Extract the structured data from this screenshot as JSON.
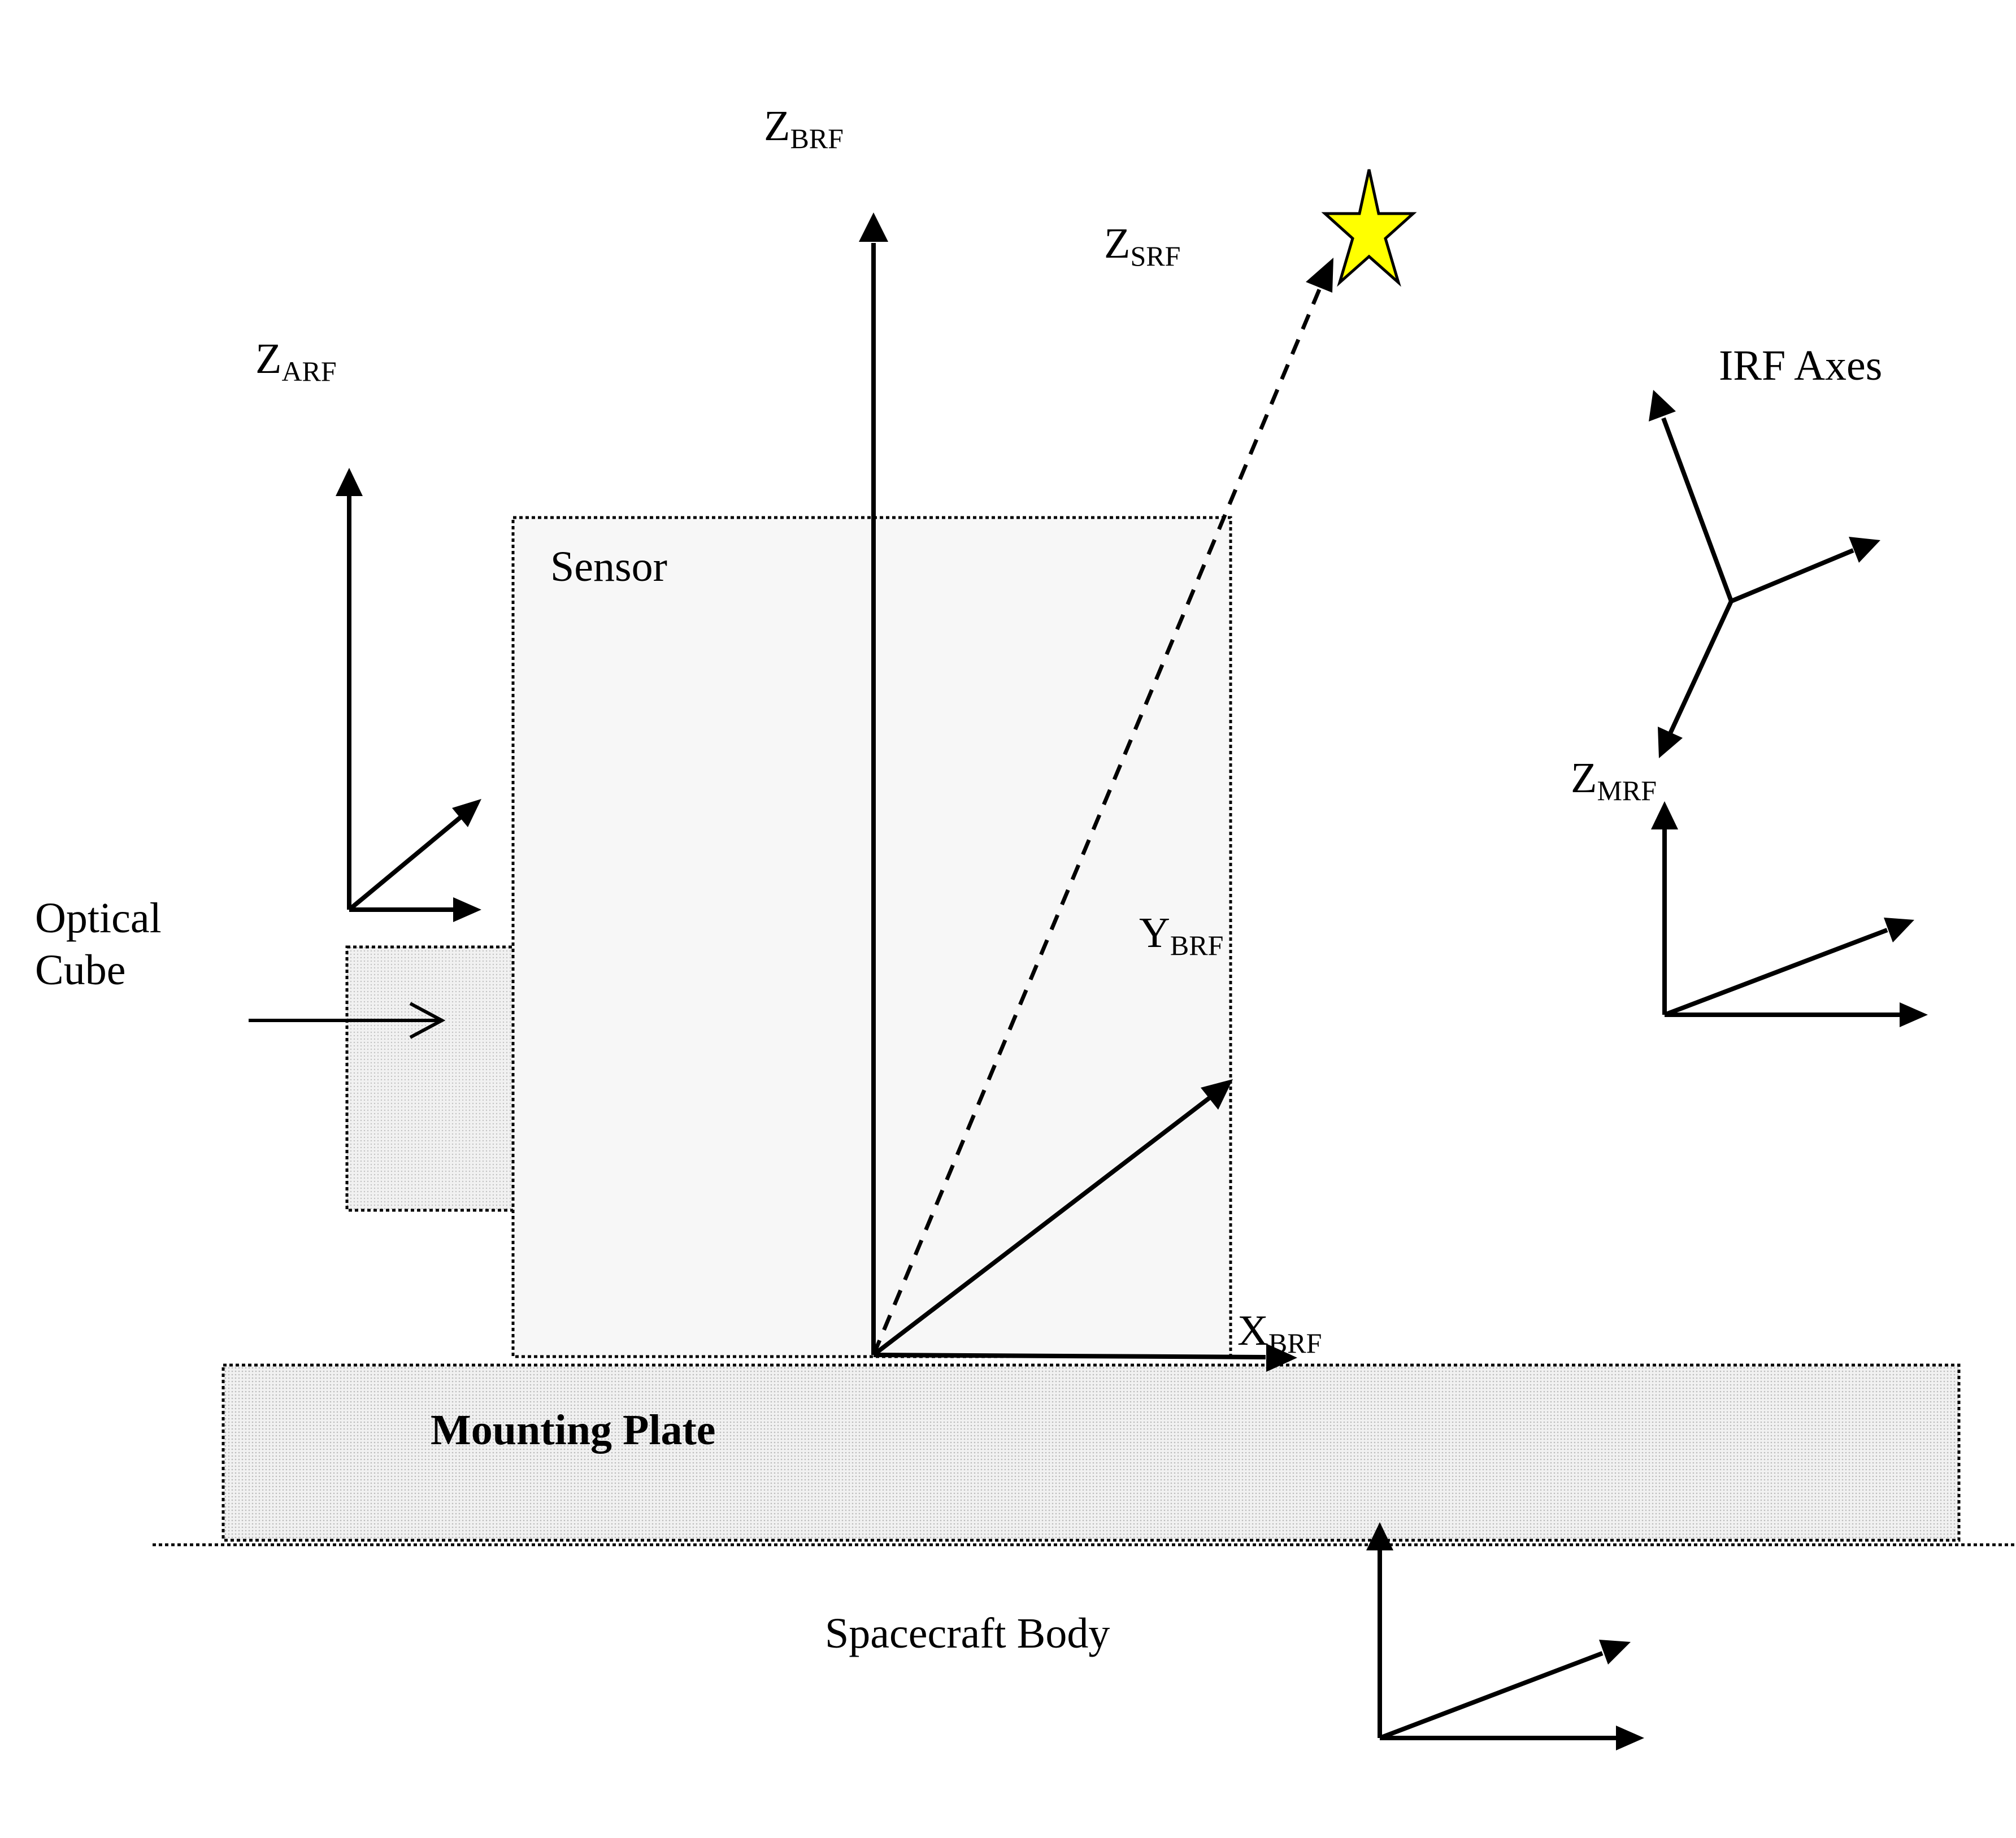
{
  "labels": {
    "z_brf_main": "Z",
    "z_brf_sub": "BRF",
    "z_srf_main": "Z",
    "z_srf_sub": "SRF",
    "z_arf_main": "Z",
    "z_arf_sub": "ARF",
    "z_mrf_main": "Z",
    "z_mrf_sub": "MRF",
    "y_brf_main": "Y",
    "y_brf_sub": "BRF",
    "x_brf_main": "X",
    "x_brf_sub": "BRF",
    "irf_axes": "IRF Axes",
    "sensor": "Sensor",
    "optical_cube_line1": "Optical",
    "optical_cube_line2": "Cube",
    "mounting_plate": "Mounting Plate",
    "spacecraft_body": "Spacecraft Body"
  },
  "colors": {
    "star_fill": "#ffff00",
    "sensor_fill": "#f7f7f7",
    "plate_fill": "#e9e9e9",
    "cube_fill": "#ebebeb"
  }
}
